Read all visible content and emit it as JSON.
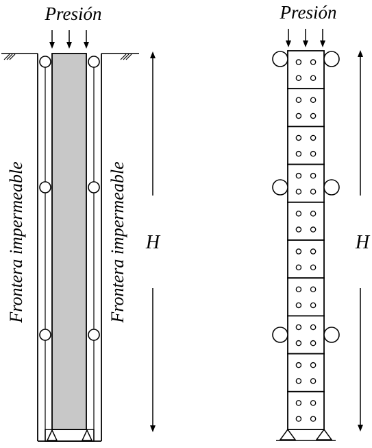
{
  "left_diagram": {
    "pressure_label": "Presión",
    "left_boundary_label": "Frontera impermeable",
    "right_boundary_label": "Frontera impermeable",
    "height_label": "H"
  },
  "right_diagram": {
    "pressure_label": "Presión",
    "height_label": "H",
    "cell_count": 10
  },
  "colors": {
    "stroke": "#000000",
    "soil_fill": "#c8c8c8",
    "background": "#ffffff"
  }
}
